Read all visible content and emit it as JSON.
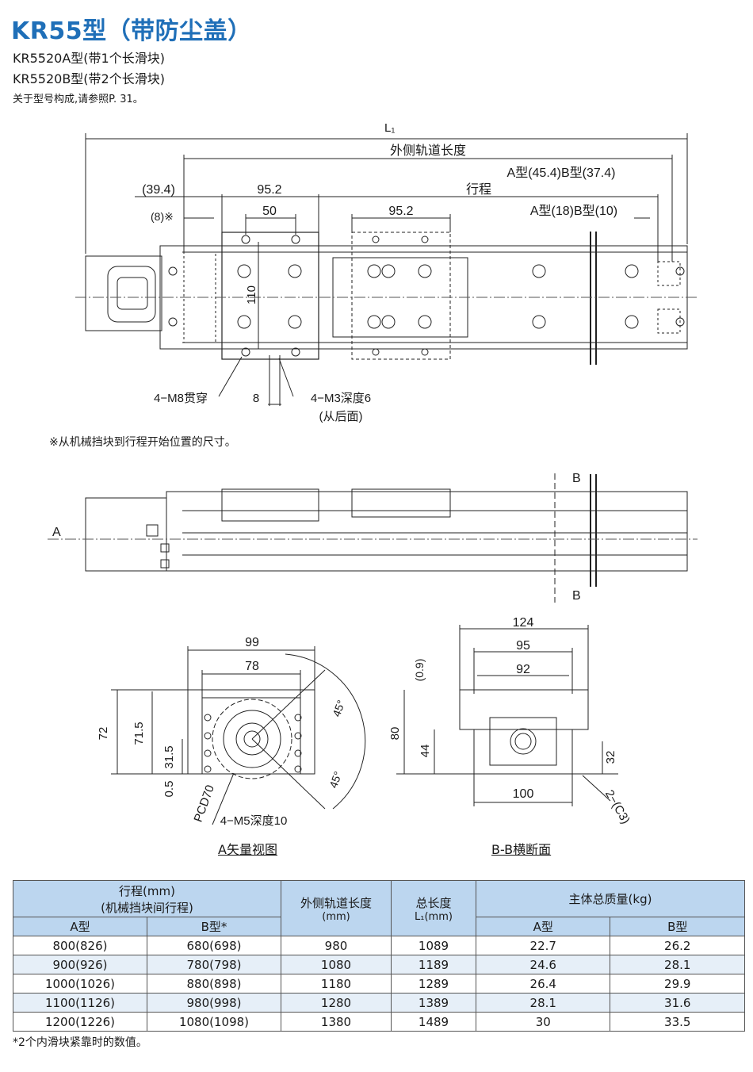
{
  "header": {
    "title": "KR55型（带防尘盖）",
    "model_a": "KR5520A型(带1个长滑块)",
    "model_b": "KR5520B型(带2个长滑块)",
    "reference": "关于型号构成,请参照P. 31。"
  },
  "top_view": {
    "l1": "L₁",
    "outer_rail_length": "外侧轨道长度",
    "ab_offset_1": "A型(45.4)B型(37.4)",
    "stroke": "行程",
    "ab_offset_2": "A型(18)B型(10)",
    "dim_39_4": "(39.4)",
    "dim_95_2_a": "95.2",
    "dim_95_2_b": "95.2",
    "dim_50": "50",
    "dim_8_note": "(8)※",
    "dim_110": "110",
    "dim_8": "8",
    "callout_m8": "4−M8贯穿",
    "callout_m3": "4−M3深度6",
    "callout_back": "(从后面)"
  },
  "note_stopper": "※从机械挡块到行程开始位置的尺寸。",
  "side_view": {
    "label_a": "A",
    "label_b_top": "B",
    "label_b_bottom": "B"
  },
  "a_view": {
    "dim_99": "99",
    "dim_78": "78",
    "dim_72": "72",
    "dim_71_5": "71.5",
    "dim_31_5": "31.5",
    "dim_0_5": "0.5",
    "angle_1": "45°",
    "angle_2": "45°",
    "pcd": "PCD70",
    "callout_m5": "4−M5深度10",
    "label": "A矢量视图"
  },
  "bb_view": {
    "dim_124": "124",
    "dim_95": "95",
    "dim_92": "92",
    "dim_0_9": "(0.9)",
    "dim_80": "80",
    "dim_44": "44",
    "dim_32": "32",
    "dim_100": "100",
    "chamfer": "2−(C3)",
    "label": "B-B横断面"
  },
  "table": {
    "col_stroke": "行程(mm)",
    "col_stroke_sub": "(机械挡块间行程)",
    "col_outer": "外侧轨道长度",
    "col_outer_unit": "(mm)",
    "col_total": "总长度",
    "col_total_unit": "L₁(mm)",
    "col_mass": "主体总质量(kg)",
    "sub_a": "A型",
    "sub_b": "B型*",
    "sub_ma": "A型",
    "sub_mb": "B型",
    "rows": [
      [
        "800(826)",
        "680(698)",
        "980",
        "1089",
        "22.7",
        "26.2"
      ],
      [
        "900(926)",
        "780(798)",
        "1080",
        "1189",
        "24.6",
        "28.1"
      ],
      [
        "1000(1026)",
        "880(898)",
        "1180",
        "1289",
        "26.4",
        "29.9"
      ],
      [
        "1100(1126)",
        "980(998)",
        "1280",
        "1389",
        "28.1",
        "31.6"
      ],
      [
        "1200(1226)",
        "1080(1098)",
        "1380",
        "1489",
        "30",
        "33.5"
      ]
    ]
  },
  "footnote": "*2个内滑块紧靠时的数值。",
  "colors": {
    "title": "#1f6fb8",
    "table_header": "#bcd6ef",
    "table_stripe": "#e6eff8"
  }
}
